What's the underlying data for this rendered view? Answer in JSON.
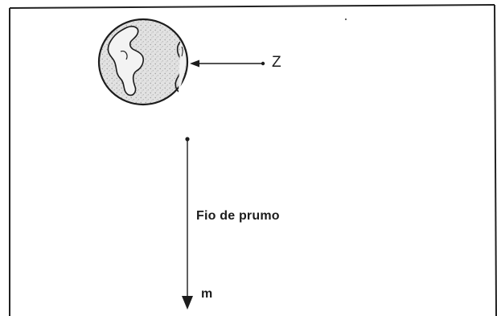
{
  "diagram": {
    "labels": {
      "zenith": "Z",
      "plumb_line": "Fio de prumo",
      "mass": "m"
    },
    "icons": {
      "globe": "earth-globe-icon"
    },
    "colors": {
      "ink": "#1c1c1c",
      "globe_fill": "#d9d9d9",
      "background": "#ffffff"
    }
  }
}
